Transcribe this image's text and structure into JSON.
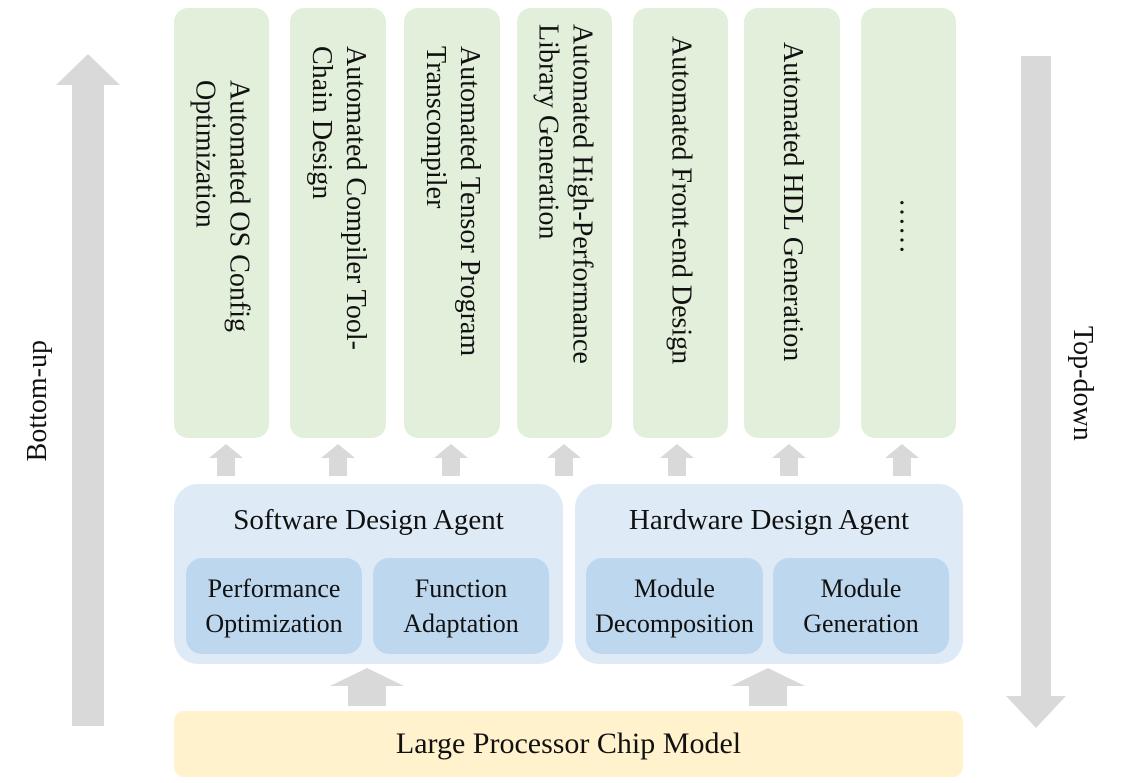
{
  "tasks": [
    {
      "label": "Automated OS Config\nOptimization"
    },
    {
      "label": "Automated Compiler Tool-\nChain Design"
    },
    {
      "label": "Automated Tensor Program\nTranscompiler"
    },
    {
      "label": "Automated High-Performance\nLibrary Generation"
    },
    {
      "label": "Automated Front-end Design"
    },
    {
      "label": "Automated HDL Generation"
    },
    {
      "label": "……"
    }
  ],
  "software_agent": {
    "title": "Software Design Agent",
    "modules": [
      "Performance\nOptimization",
      "Function\nAdaptation"
    ]
  },
  "hardware_agent": {
    "title": "Hardware Design Agent",
    "modules": [
      "Module\nDecomposition",
      "Module\nGeneration"
    ]
  },
  "base_model": "Large Processor Chip Model",
  "left_label": "Bottom-up",
  "right_label": "Top-down",
  "colors": {
    "task_fill": "#e2efda",
    "agent_fill": "#deebf7",
    "module_fill": "#bdd7ee",
    "model_fill": "#fff2cc",
    "arrow_fill": "#d9d9d9"
  }
}
